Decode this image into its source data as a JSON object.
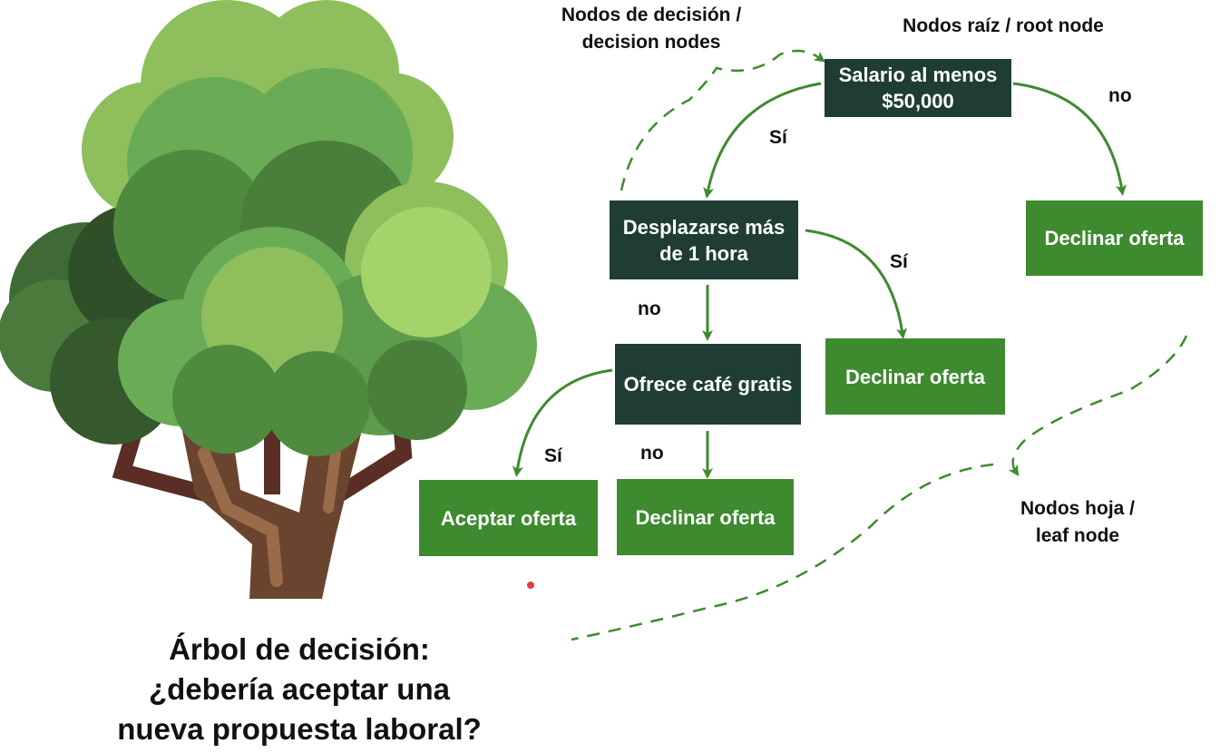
{
  "colors": {
    "decision_node": "#1f3d35",
    "leaf_node": "#3e8a2f",
    "arrow": "#3e8a2f",
    "dashed_pointer": "#3e8a2f",
    "foliage_light": "#8ebf5c",
    "foliage_mid": "#6aab55",
    "foliage_dark": "#2f5a2b",
    "trunk": "#6b4430"
  },
  "annotations": {
    "decision_nodes": "Nodos de decisión / decision nodes",
    "root_node": "Nodos raíz / root node",
    "leaf_nodes": "Nodos hoja / leaf node"
  },
  "nodes": {
    "root": "Salario al menos $50,000",
    "commute": "Desplazarse más de 1 hora",
    "coffee": "Ofrece café gratis",
    "leaf_decline_salary": "Declinar oferta",
    "leaf_decline_commute": "Declinar oferta",
    "leaf_accept": "Aceptar oferta",
    "leaf_decline_coffee": "Declinar oferta"
  },
  "edges": {
    "root_yes": "Sí",
    "root_no": "no",
    "commute_yes": "Sí",
    "commute_no": "no",
    "coffee_yes": "Sí",
    "coffee_no": "no"
  },
  "title": {
    "line1": "Árbol de decisión:",
    "line2": "¿debería aceptar una",
    "line3": "nueva propuesta laboral?"
  },
  "illustration": {
    "icon": "tree-icon"
  }
}
